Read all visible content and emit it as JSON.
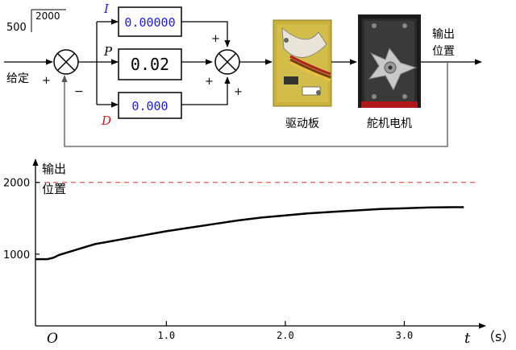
{
  "block_diagram": {
    "setpoint_fraction_num": "500",
    "setpoint_fraction_den": "2000",
    "setpoint_label": "给定",
    "sum1_plus": "+",
    "sum1_minus": "−",
    "sum2_plus_top": "+",
    "sum2_plus_left": "+",
    "sum2_plus_bottom": "+",
    "i_label": "I",
    "i_value": "0.00000",
    "p_label": "P",
    "p_value": "0.02",
    "d_label": "D",
    "d_value": "0.000",
    "driver_label": "驱动板",
    "servo_label": "舵机电机",
    "output_label_line1": "输出",
    "output_label_line2": "位置",
    "colors": {
      "i_color": "#1a1aff",
      "d_color": "#e01010",
      "value_blue": "#1a1aff",
      "line": "#000000",
      "feedback_line": "#555555",
      "board_green": "#c9b23a"
    }
  },
  "chart_data": {
    "type": "line",
    "ylabel_line1": "输出",
    "ylabel_line2": "位置",
    "xlabel": "t",
    "xunit": "（s）",
    "origin_label": "O",
    "xlim": [
      -0.1,
      3.6
    ],
    "ylim": [
      0,
      2300
    ],
    "x_ticks": [
      {
        "value": 1.0,
        "label": "1.0"
      },
      {
        "value": 2.0,
        "label": "2.0"
      },
      {
        "value": 3.0,
        "label": "3.0"
      }
    ],
    "y_ticks": [
      {
        "value": 1000,
        "label": "1000"
      },
      {
        "value": 2000,
        "label": "2000"
      }
    ],
    "target_line": {
      "value": 2000,
      "color": "#e03030",
      "style": "dashed"
    },
    "series": [
      {
        "color": "#000000",
        "x": [
          -0.1,
          0.0,
          0.05,
          0.1,
          0.2,
          0.3,
          0.4,
          0.5,
          0.6,
          0.7,
          0.8,
          0.9,
          1.0,
          1.2,
          1.4,
          1.6,
          1.8,
          2.0,
          2.2,
          2.4,
          2.6,
          2.8,
          3.0,
          3.2,
          3.4,
          3.5
        ],
        "y": [
          930,
          930,
          950,
          990,
          1040,
          1090,
          1140,
          1170,
          1200,
          1230,
          1260,
          1290,
          1320,
          1370,
          1420,
          1470,
          1510,
          1540,
          1570,
          1590,
          1610,
          1630,
          1640,
          1650,
          1655,
          1655
        ]
      }
    ]
  }
}
